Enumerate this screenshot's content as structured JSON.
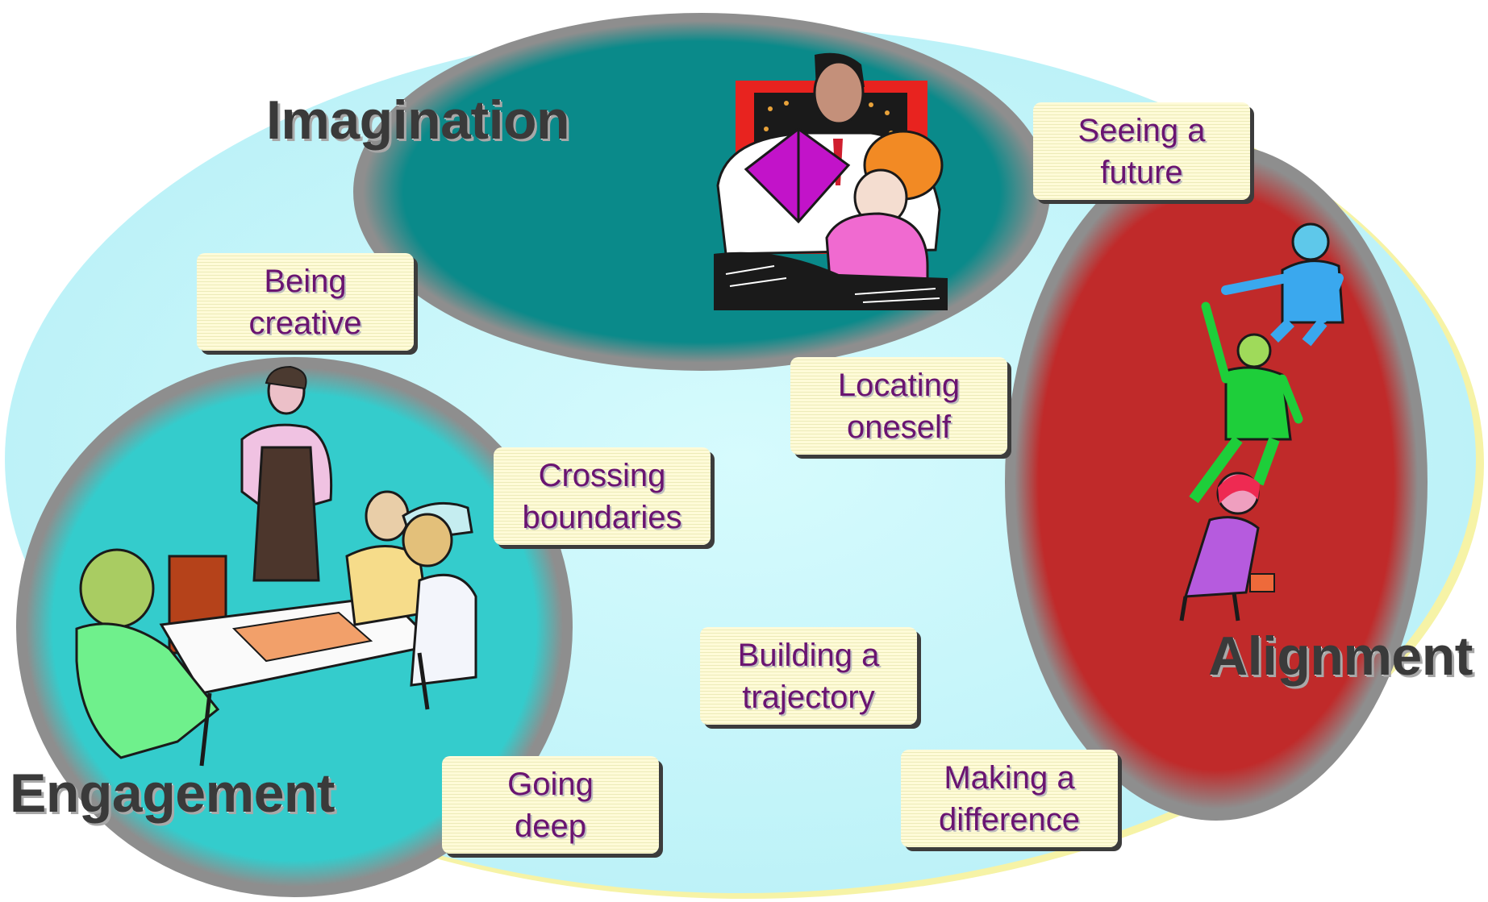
{
  "colors": {
    "background_ellipse": "#c9f7fb",
    "imagination_circle": "#0a8a8a",
    "engagement_circle": "#33cccc",
    "alignment_circle": "#c02a2a",
    "label_text": "#6a1471",
    "heading_text": "#3a3a3a"
  },
  "headings": {
    "imagination": "Imagination",
    "engagement": "Engagement",
    "alignment": "Alignment"
  },
  "notes": {
    "seeing_future": "Seeing a\nfuture",
    "being_creative": "Being\ncreative",
    "locating_oneself": "Locating\noneself",
    "crossing_boundaries": "Crossing\nboundaries",
    "building_trajectory": "Building a\ntrajectory",
    "going_deep": "Going\ndeep",
    "making_difference": "Making a\ndifference"
  },
  "illustrations": [
    "reading-adult-child-clipart",
    "meeting-table-clipart",
    "stacked-people-clipart"
  ]
}
